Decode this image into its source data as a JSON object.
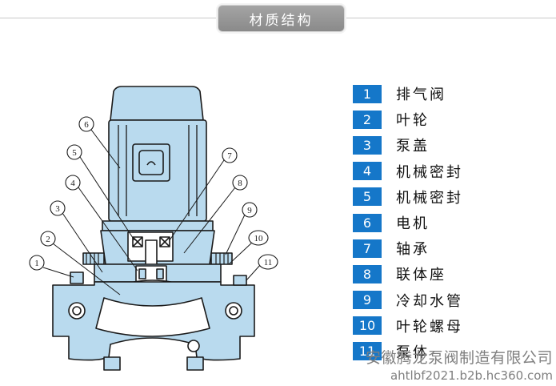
{
  "header": {
    "title": "材质结构"
  },
  "legend": {
    "items": [
      {
        "num": "1",
        "label": "排气阀"
      },
      {
        "num": "2",
        "label": "叶轮"
      },
      {
        "num": "3",
        "label": "泵盖"
      },
      {
        "num": "4",
        "label": "机械密封"
      },
      {
        "num": "5",
        "label": "机械密封"
      },
      {
        "num": "6",
        "label": "电机"
      },
      {
        "num": "7",
        "label": "轴承"
      },
      {
        "num": "8",
        "label": "联体座"
      },
      {
        "num": "9",
        "label": "冷却水管"
      },
      {
        "num": "10",
        "label": "叶轮螺母"
      },
      {
        "num": "11",
        "label": "泵体"
      }
    ]
  },
  "diagram": {
    "callouts": [
      "1",
      "2",
      "3",
      "4",
      "5",
      "6",
      "7",
      "8",
      "9",
      "10",
      "11"
    ],
    "colors": {
      "fill": "#b9daee",
      "stroke": "#1a1a1a"
    }
  },
  "watermark": {
    "company": "安徽腾龙泵阀制造有限公司",
    "url": "ahtlbf2021.b2b.hc360.com"
  }
}
